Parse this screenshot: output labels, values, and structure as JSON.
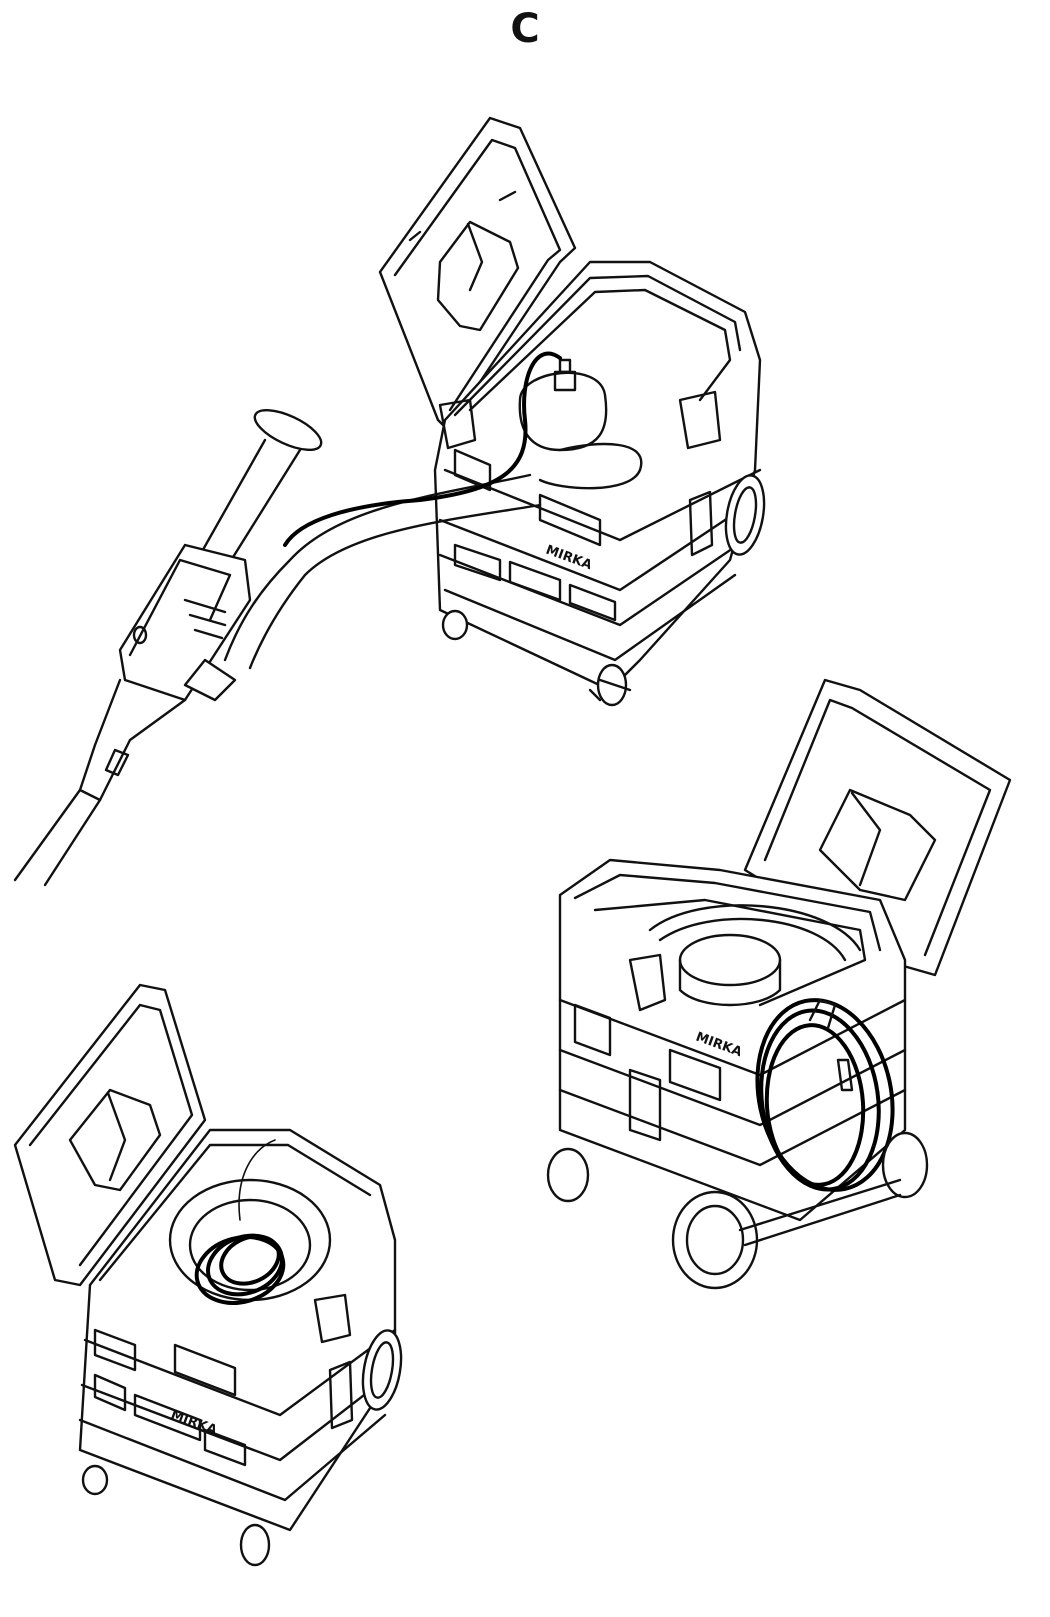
{
  "figure": {
    "label": "C",
    "brand_text": "MIRKA",
    "scenes": [
      {
        "id": "vacuum-with-sander-connected",
        "description_icon": "vacuum-open-lid-hose-sander"
      },
      {
        "id": "vacuum-cable-stored-outside",
        "description_icon": "vacuum-open-lid-cable-hook"
      },
      {
        "id": "vacuum-cable-stored-inside",
        "description_icon": "vacuum-open-lid-cable-inside"
      }
    ],
    "line_color": "#111111",
    "background": "#ffffff"
  }
}
